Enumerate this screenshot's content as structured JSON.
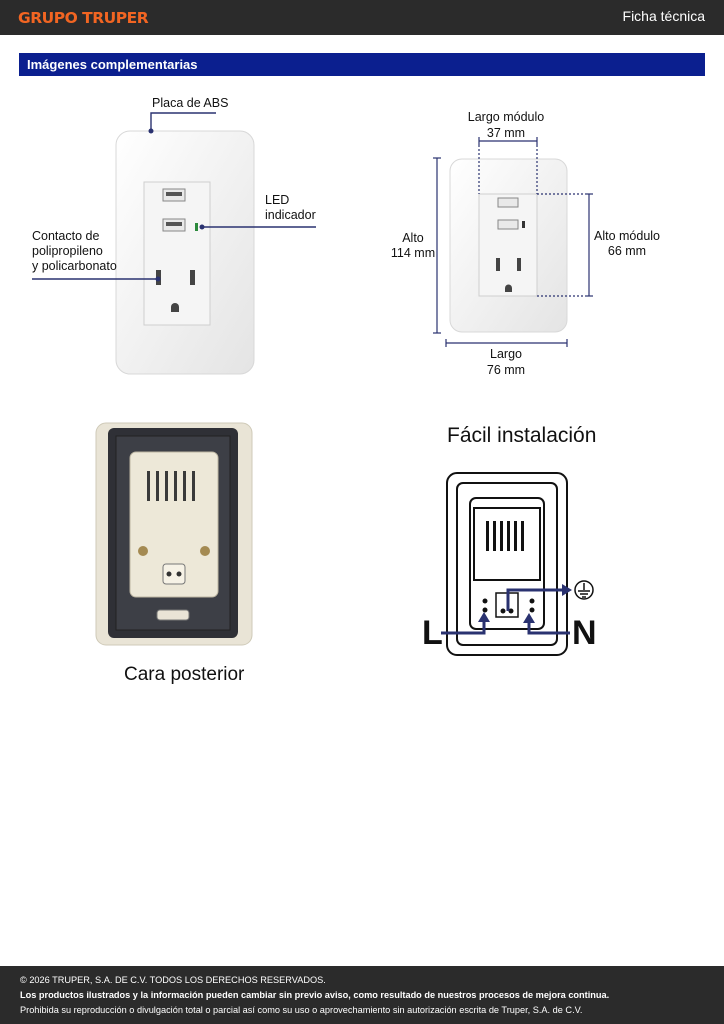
{
  "header": {
    "brand": "GRUPO TRUPER",
    "doc_type": "Ficha técnica"
  },
  "section": {
    "title": "Imágenes complementarias"
  },
  "callouts": {
    "plate": "Placa de ABS",
    "led_1": "LED",
    "led_2": "indicador",
    "contact_1": "Contacto de",
    "contact_2": "polipropileno",
    "contact_3": "y policarbonato"
  },
  "dimensions": {
    "module_width_label": "Largo módulo",
    "module_width_value": "37 mm",
    "height_label": "Alto",
    "height_value": "114 mm",
    "module_height_label": "Alto módulo",
    "module_height_value": "66 mm",
    "width_label": "Largo",
    "width_value": "76 mm"
  },
  "captions": {
    "back": "Cara posterior",
    "install": "Fácil instalación",
    "line": "L",
    "neutral": "N"
  },
  "footer": {
    "copyright": "© 2026 TRUPER, S.A. DE C.V. TODOS LOS DERECHOS RESERVADOS.",
    "notice": "Los productos ilustrados y la información pueden cambiar sin previo aviso, como resultado de nuestros procesos de mejora continua.",
    "prohibition": "Prohibida su reproducción o divulgación total o parcial así como su uso o aprovechamiento sin autorización escrita de Truper, S.A. de C.V."
  },
  "colors": {
    "brand_orange": "#f26522",
    "section_blue": "#0b1f8f",
    "callout_navy": "#2a3270",
    "dark_bar": "#2b2b2b"
  }
}
